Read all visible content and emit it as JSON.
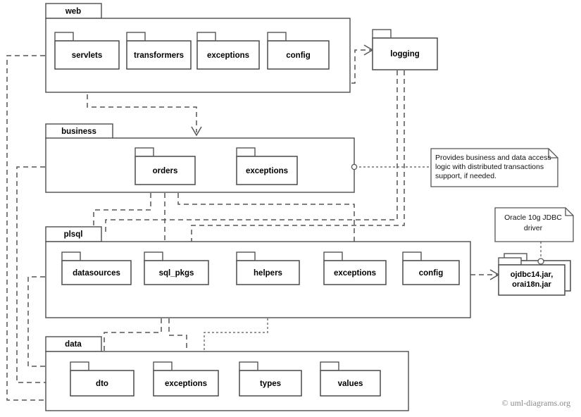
{
  "diagram": {
    "title": "UML package diagram",
    "credit": "© uml-diagrams.org",
    "accent_color": "#555555",
    "background_color": "#ffffff"
  },
  "frames": [
    {
      "id": "web",
      "label": "web",
      "packages": [
        {
          "id": "servlets",
          "label": "servlets"
        },
        {
          "id": "transformers",
          "label": "transformers"
        },
        {
          "id": "exceptions_web",
          "label": "exceptions"
        },
        {
          "id": "config_web",
          "label": "config"
        }
      ]
    },
    {
      "id": "business",
      "label": "business",
      "packages": [
        {
          "id": "orders",
          "label": "orders"
        },
        {
          "id": "exceptions_business",
          "label": "exceptions"
        }
      ]
    },
    {
      "id": "plsql",
      "label": "plsql",
      "packages": [
        {
          "id": "datasources",
          "label": "datasources"
        },
        {
          "id": "sql_pkgs",
          "label": "sql_pkgs"
        },
        {
          "id": "helpers",
          "label": "helpers"
        },
        {
          "id": "exceptions_plsql",
          "label": "exceptions"
        },
        {
          "id": "config_plsql",
          "label": "config"
        }
      ]
    },
    {
      "id": "data",
      "label": "data",
      "packages": [
        {
          "id": "dto",
          "label": "dto"
        },
        {
          "id": "exceptions_data",
          "label": "exceptions"
        },
        {
          "id": "types",
          "label": "types"
        },
        {
          "id": "values",
          "label": "values"
        }
      ]
    }
  ],
  "standalone_packages": [
    {
      "id": "logging",
      "label": "logging"
    }
  ],
  "artifacts": [
    {
      "id": "jdbc_jars",
      "label_line1": "ojdbc14.jar,",
      "label_line2": "orai18n.jar"
    }
  ],
  "notes": [
    {
      "id": "business-note",
      "lines": [
        "Provides business and data access",
        "logic with distributed transactions",
        "support, if needed."
      ]
    },
    {
      "id": "jdbc-note",
      "lines": [
        "Oracle 10g JDBC",
        "driver"
      ]
    }
  ]
}
